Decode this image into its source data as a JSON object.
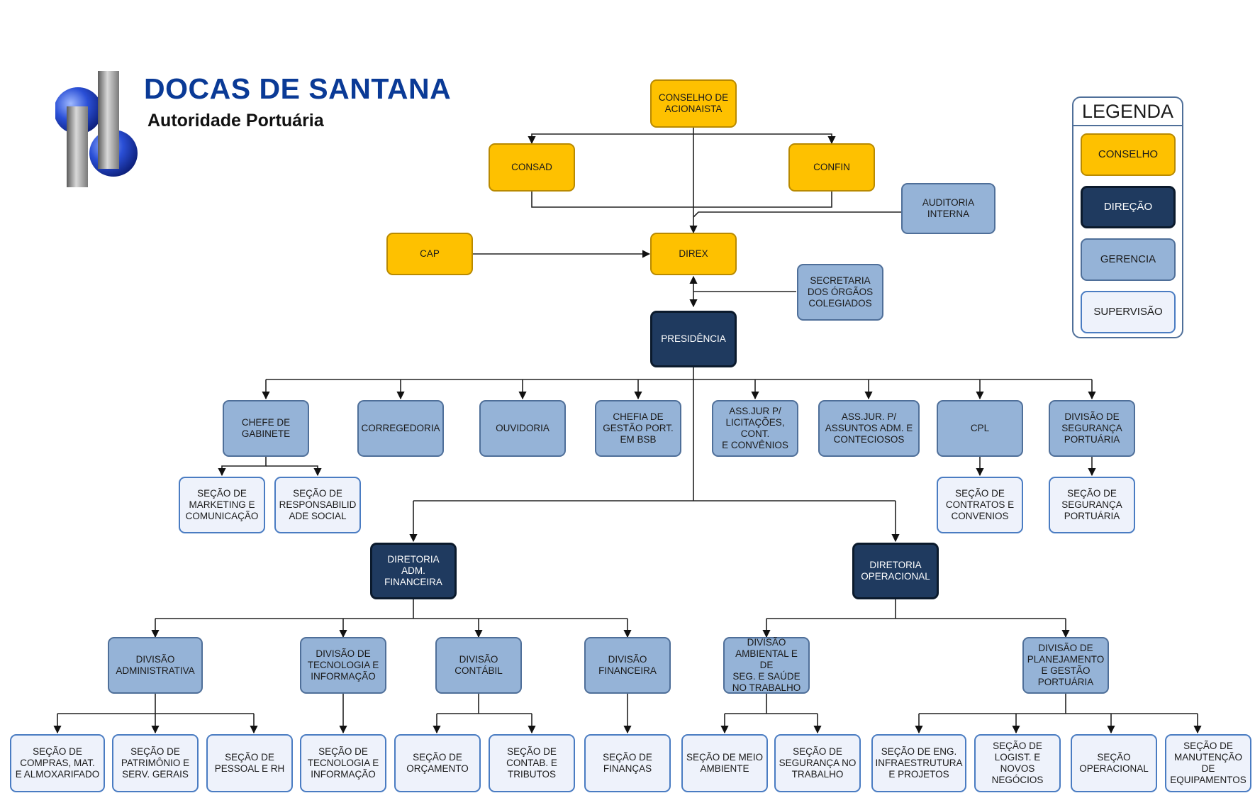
{
  "header": {
    "title": "DOCAS DE SANTANA",
    "subtitle": "Autoridade Portuária"
  },
  "legend": {
    "title": "LEGENDA",
    "items": [
      {
        "label": "CONSELHO",
        "type": "conselho"
      },
      {
        "label": "DIREÇÃO",
        "type": "direcao"
      },
      {
        "label": "GERENCIA",
        "type": "gerencia"
      },
      {
        "label": "SUPERVISÃO",
        "type": "supervisao"
      }
    ]
  },
  "colors": {
    "conselho": "#fec100",
    "direcao": "#1f3a5f",
    "gerencia": "#95b3d7",
    "supervisao": "#eef2fb",
    "brand": "#0a3a96"
  },
  "nodes": {
    "conselho_acionista": {
      "label": "CONSELHO DE\nACIONAISTA",
      "type": "conselho"
    },
    "consad": {
      "label": "CONSAD",
      "type": "conselho"
    },
    "confin": {
      "label": "CONFIN",
      "type": "conselho"
    },
    "auditoria": {
      "label": "AUDITORIA\nINTERNA",
      "type": "gerencia"
    },
    "cap": {
      "label": "CAP",
      "type": "conselho"
    },
    "direx": {
      "label": "DIREX",
      "type": "conselho"
    },
    "secretaria": {
      "label": "SECRETARIA\nDOS ÓRGÃOS\nCOLEGIADOS",
      "type": "gerencia"
    },
    "presidencia": {
      "label": "PRESIDÊNCIA",
      "type": "direcao"
    },
    "chefe_gabinete": {
      "label": "CHEFE DE\nGABINETE",
      "type": "gerencia"
    },
    "corregedoria": {
      "label": "CORREGEDORIA",
      "type": "gerencia"
    },
    "ouvidoria": {
      "label": "OUVIDORIA",
      "type": "gerencia"
    },
    "chefia_bsb": {
      "label": "CHEFIA DE\nGESTÃO PORT.\nEM BSB",
      "type": "gerencia"
    },
    "assjur_licitacoes": {
      "label": "ASS.JUR P/\nLICITAÇÕES,\nCONT.\nE CONVÊNIOS",
      "type": "gerencia"
    },
    "assjur_adm": {
      "label": "ASS.JUR. P/\nASSUNTOS ADM. E\nCONTECIOSOS",
      "type": "gerencia"
    },
    "cpl": {
      "label": "CPL",
      "type": "gerencia"
    },
    "div_seg_portuaria": {
      "label": "DIVISÃO DE\nSEGURANÇA\nPORTUÁRIA",
      "type": "gerencia"
    },
    "sec_marketing": {
      "label": "SEÇÃO DE\nMARKETING E\nCOMUNICAÇÃO",
      "type": "supervisao"
    },
    "sec_responsabilidade": {
      "label": "SEÇÃO DE\nRESPONSABILID\nADE SOCIAL",
      "type": "supervisao"
    },
    "sec_contratos": {
      "label": "SEÇÃO DE\nCONTRATOS E\nCONVENIOS",
      "type": "supervisao"
    },
    "sec_seg_portuaria": {
      "label": "SEÇÃO DE\nSEGURANÇA\nPORTUÁRIA",
      "type": "supervisao"
    },
    "dir_adm_fin": {
      "label": "DIRETORIA\nADM.\nFINANCEIRA",
      "type": "direcao"
    },
    "dir_operacional": {
      "label": "DIRETORIA\nOPERACIONAL",
      "type": "direcao"
    },
    "div_administrativa": {
      "label": "DIVISÃO\nADMINISTRATIVA",
      "type": "gerencia"
    },
    "div_tecnologia": {
      "label": "DIVISÃO DE\nTECNOLOGIA E\nINFORMAÇÃO",
      "type": "gerencia"
    },
    "div_contabil": {
      "label": "DIVISÃO\nCONTÁBIL",
      "type": "gerencia"
    },
    "div_financeira": {
      "label": "DIVISÃO\nFINANCEIRA",
      "type": "gerencia"
    },
    "div_ambiental": {
      "label": "DIVISÃO\nAMBIENTAL E DE\nSEG. E SAÚDE\nNO TRABALHO",
      "type": "gerencia"
    },
    "div_planejamento": {
      "label": "DIVISÃO DE\nPLANEJAMENTO\nE GESTÃO\nPORTUÁRIA",
      "type": "gerencia"
    },
    "sec_compras": {
      "label": "SEÇÃO DE\nCOMPRAS, MAT.\nE ALMOXARIFADO",
      "type": "supervisao"
    },
    "sec_patrimonio": {
      "label": "SEÇÃO DE\nPATRIMÔNIO E\nSERV. GERAIS",
      "type": "supervisao"
    },
    "sec_pessoal": {
      "label": "SEÇÃO DE\nPESSOAL E RH",
      "type": "supervisao"
    },
    "sec_tecnologia": {
      "label": "SEÇÃO DE\nTECNOLOGIA E\nINFORMAÇÃO",
      "type": "supervisao"
    },
    "sec_orcamento": {
      "label": "SEÇÃO DE\nORÇAMENTO",
      "type": "supervisao"
    },
    "sec_contab": {
      "label": "SEÇÃO DE\nCONTAB. E\nTRIBUTOS",
      "type": "supervisao"
    },
    "sec_financas": {
      "label": "SEÇÃO DE\nFINANÇAS",
      "type": "supervisao"
    },
    "sec_meio_ambiente": {
      "label": "SEÇÃO DE MEIO\nAMBIENTE",
      "type": "supervisao"
    },
    "sec_seg_trabalho": {
      "label": "SEÇÃO DE\nSEGURANÇA NO\nTRABALHO",
      "type": "supervisao"
    },
    "sec_eng": {
      "label": "SEÇÃO DE ENG.\nINFRAESTRUTURA\nE PROJETOS",
      "type": "supervisao"
    },
    "sec_logist": {
      "label": "SEÇÃO DE\nLOGIST. E\nNOVOS\nNEGÓCIOS",
      "type": "supervisao"
    },
    "sec_operacional": {
      "label": "SEÇÃO\nOPERACIONAL",
      "type": "supervisao"
    },
    "sec_manutencao": {
      "label": "SEÇÃO DE\nMANUTENÇÃO\nDE\nEQUIPAMENTOS",
      "type": "supervisao"
    }
  }
}
